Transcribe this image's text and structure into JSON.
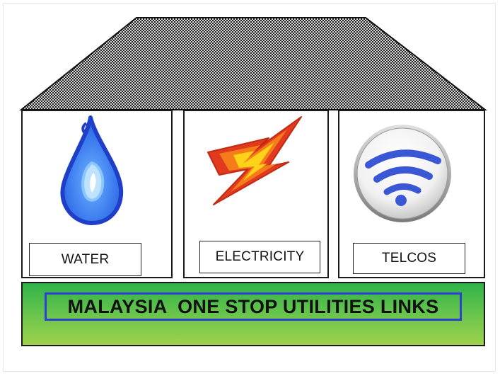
{
  "categories": {
    "water": {
      "label": "WATER",
      "icon": "water-drop-icon"
    },
    "electricity": {
      "label": "ELECTRICITY",
      "icon": "lightning-bolt-icon"
    },
    "telcos": {
      "label": "TELCOS",
      "icon": "wifi-icon"
    }
  },
  "banner": {
    "title": "MALAYSIA  ONE STOP UTILITIES LINKS"
  },
  "colors": {
    "banner_green": "#6ec64c",
    "banner_border": "#2c3fd6",
    "water_blue": "#2b5fe0",
    "bolt_red": "#e23a1f",
    "bolt_yellow": "#ffd21a",
    "wifi_blue": "#3a57d6"
  }
}
